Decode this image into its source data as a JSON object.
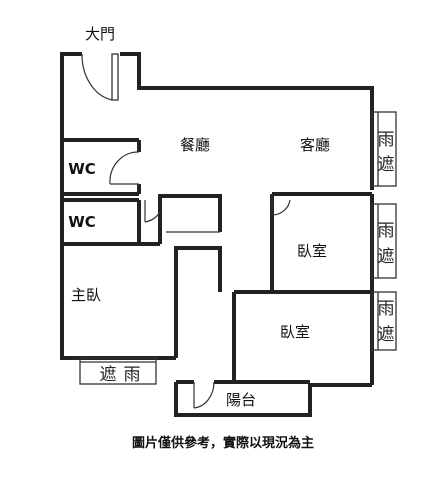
{
  "labels": {
    "entrance": "大門",
    "dining": "餐廳",
    "living": "客廳",
    "wc1": "WC",
    "wc2": "WC",
    "bedroom1": "臥室",
    "bedroom2": "臥室",
    "master": "主臥",
    "balcony": "陽台"
  },
  "window_glyphs": {
    "top": "雨",
    "bottom": "遮",
    "horizontal_a": "遮",
    "horizontal_b": "雨"
  },
  "caption": "圖片僅供參考，實際以現況為主"
}
